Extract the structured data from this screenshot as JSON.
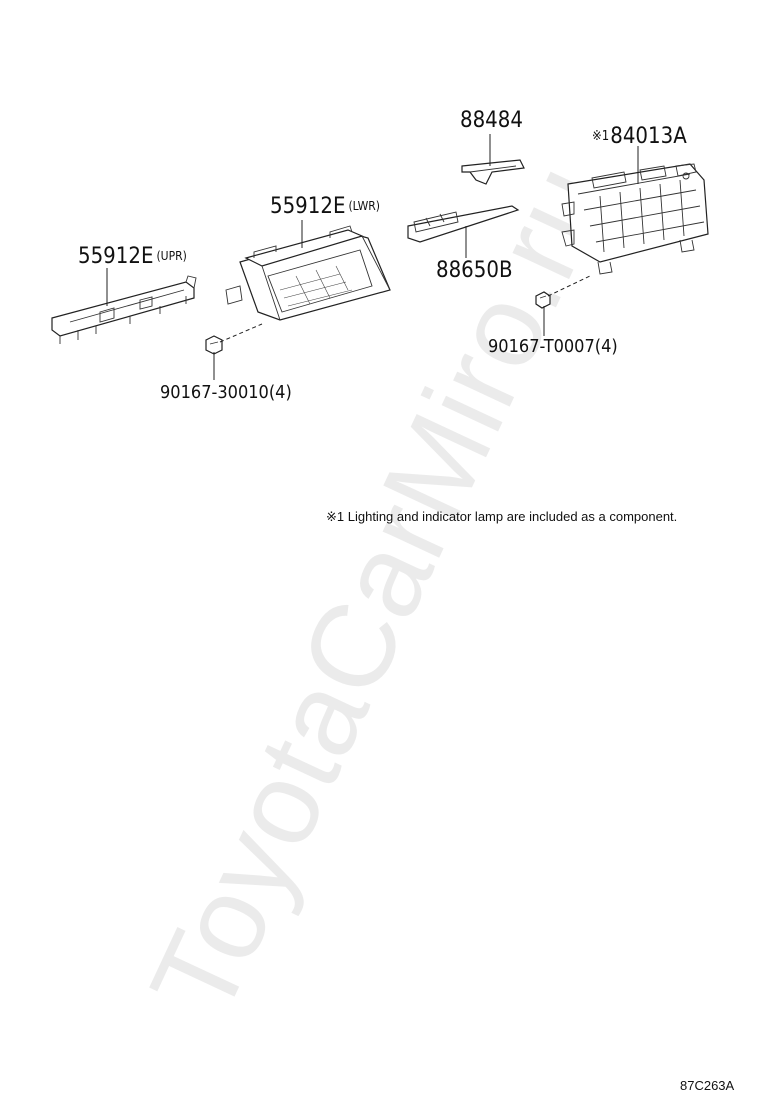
{
  "watermark": "ToyotaCarMiro.ru",
  "parts": {
    "p88484": {
      "number": "88484"
    },
    "p84013a": {
      "prefix": "※1",
      "number": "84013A"
    },
    "p55912e_lwr": {
      "number": "55912E",
      "qualifier": "(LWR)"
    },
    "p55912e_upr": {
      "number": "55912E",
      "qualifier": "(UPR)"
    },
    "p88650b": {
      "number": "88650B"
    },
    "p90167_t0007": {
      "number": "90167-T0007(4)"
    },
    "p90167_30010": {
      "number": "90167-30010(4)"
    }
  },
  "note": "※1 Lighting and indicator lamp are included as a component.",
  "diagram_code": "87C263A"
}
